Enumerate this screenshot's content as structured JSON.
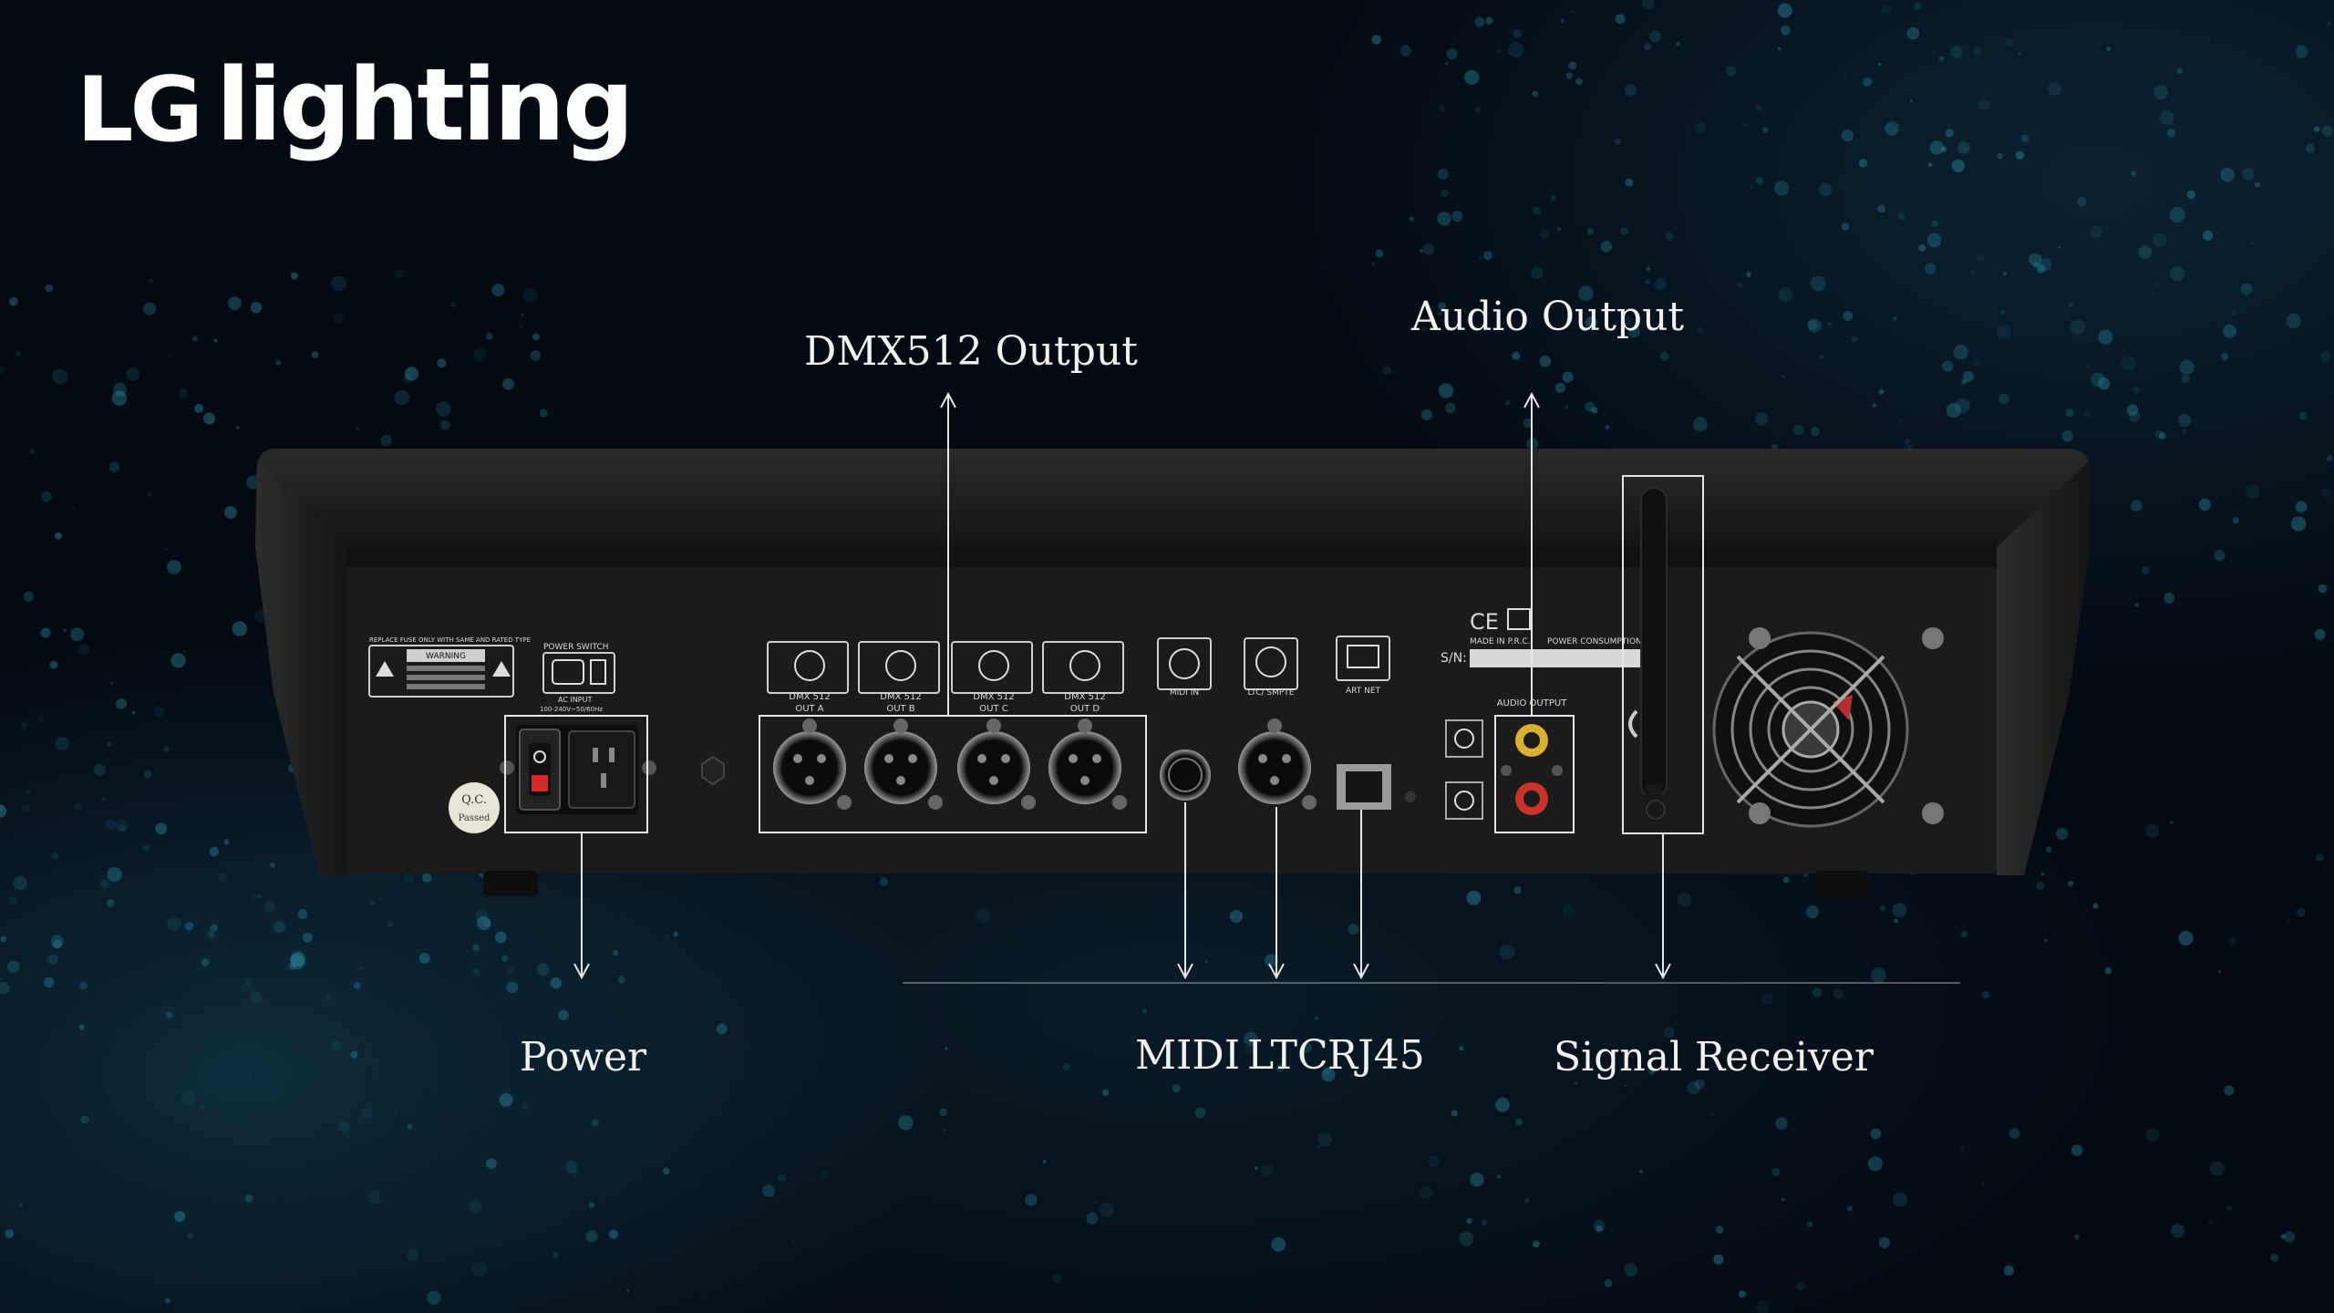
{
  "brand": {
    "mark": "LG",
    "word": "lighting"
  },
  "callouts": {
    "dmx_output": "DMX512 Output",
    "audio_output": "Audio Output",
    "power": "Power",
    "midi": "MIDI",
    "ltc": "LTC",
    "rj45": "RJ45",
    "signal_receiver": "Signal Receiver"
  },
  "panel": {
    "warning_header": "REPLACE FUSE ONLY WITH SAME AND RATED TYPE",
    "warning_title": "WARNING",
    "power_switch": "POWER SWITCH",
    "ac_input": "AC INPUT",
    "ac_rating": "100-240V~50/60Hz",
    "qc_top": "Q.C.",
    "qc_bottom": "Passed",
    "dmx_label": "DMX 512",
    "out_a": "OUT A",
    "out_b": "OUT B",
    "out_c": "OUT C",
    "out_d": "OUT D",
    "midi_in": "MIDI IN",
    "ltc_smpte": "LTC/ SMPTE",
    "art_net": "ART NET",
    "ce_mark": "CE",
    "made_in": "MADE IN P.R.C.",
    "power_consumption": "POWER CONSUMPTION",
    "serial": "S/N:",
    "audio_output_panel": "AUDIO OUTPUT"
  },
  "colors": {
    "background": "#040a12",
    "dot": "#2f8fa6",
    "device_body": "#1b1b1b",
    "callout_line": "#e6e6e6",
    "audio_jack_red": "#c8342a",
    "audio_jack_yellow": "#d9b030",
    "switch_red": "#d42a2a"
  }
}
